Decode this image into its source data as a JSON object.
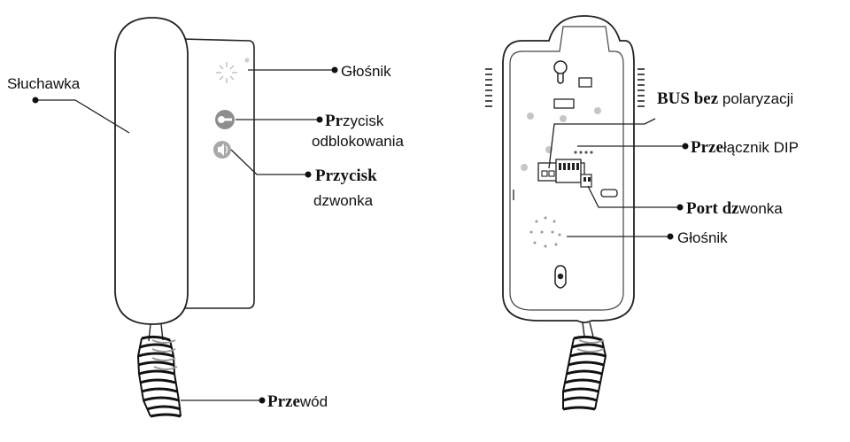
{
  "labels": {
    "sluchawka": "Słuchawka",
    "glosnik_front": "Głośnik",
    "przycisk_odblokowania_line1_pr": "Pr",
    "przycisk_odblokowania_line1_rest": "zycisk",
    "przycisk_odblokowania_line2": "odblokowania",
    "przycisk_dzwonka_line1": "Przycisk",
    "przycisk_dzwonka_line2": "dzwonka",
    "przewod_bold": "Prze",
    "przewod_rest": "wód",
    "bus_bold": "BUS bez",
    "bus_rest": " polaryzacji",
    "dip_bold": "Prze",
    "dip_rest": "łącznik DIP",
    "port_bold": "Port dz",
    "port_rest": "wonka",
    "glosnik_back": "Głośnik"
  },
  "colors": {
    "ink": "#111111",
    "device_fill": "#ffffff",
    "dot_gray": "#c8c8c8",
    "button_gray": "#9a9a9a"
  }
}
